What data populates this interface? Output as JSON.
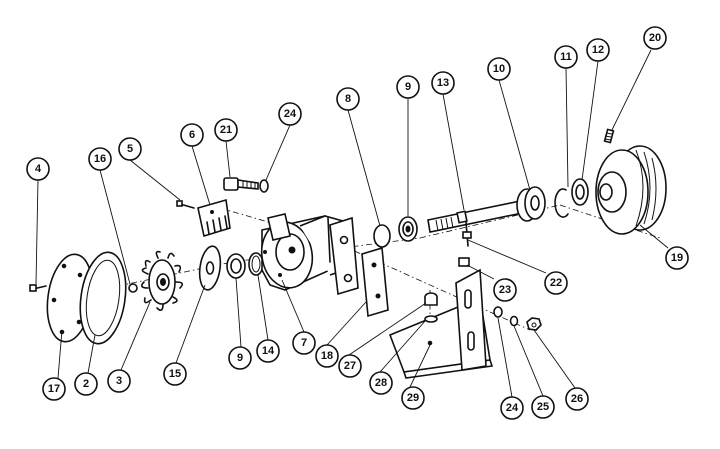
{
  "callouts": [
    {
      "id": "p4",
      "label": "4"
    },
    {
      "id": "p16",
      "label": "16"
    },
    {
      "id": "p5",
      "label": "5"
    },
    {
      "id": "p6",
      "label": "6"
    },
    {
      "id": "p21",
      "label": "21"
    },
    {
      "id": "p24a",
      "label": "24"
    },
    {
      "id": "p8",
      "label": "8"
    },
    {
      "id": "p9a",
      "label": "9"
    },
    {
      "id": "p13",
      "label": "13"
    },
    {
      "id": "p10",
      "label": "10"
    },
    {
      "id": "p11",
      "label": "11"
    },
    {
      "id": "p12",
      "label": "12"
    },
    {
      "id": "p20",
      "label": "20"
    },
    {
      "id": "p19",
      "label": "19"
    },
    {
      "id": "p22",
      "label": "22"
    },
    {
      "id": "p23",
      "label": "23"
    },
    {
      "id": "p17",
      "label": "17"
    },
    {
      "id": "p2",
      "label": "2"
    },
    {
      "id": "p3",
      "label": "3"
    },
    {
      "id": "p15",
      "label": "15"
    },
    {
      "id": "p9b",
      "label": "9"
    },
    {
      "id": "p14",
      "label": "14"
    },
    {
      "id": "p7",
      "label": "7"
    },
    {
      "id": "p18",
      "label": "18"
    },
    {
      "id": "p27",
      "label": "27"
    },
    {
      "id": "p28",
      "label": "28"
    },
    {
      "id": "p29",
      "label": "29"
    },
    {
      "id": "p24b",
      "label": "24"
    },
    {
      "id": "p25",
      "label": "25"
    },
    {
      "id": "p26",
      "label": "26"
    }
  ]
}
